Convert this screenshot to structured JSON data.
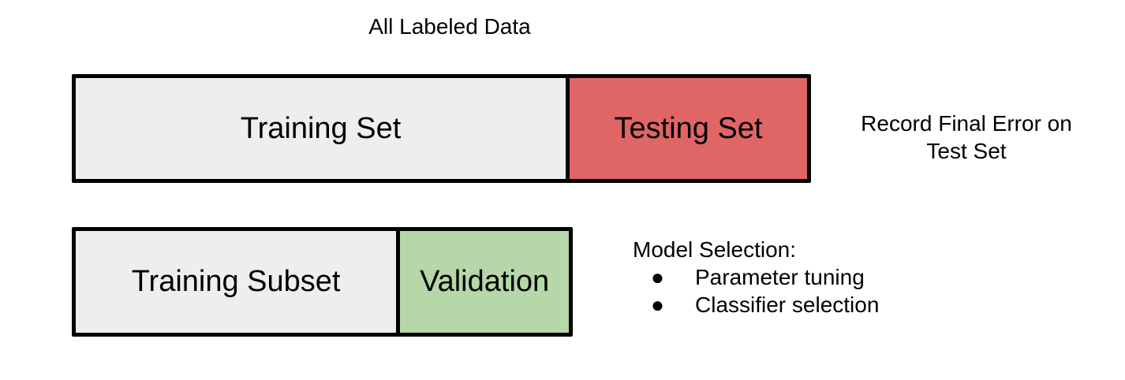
{
  "title": "All Labeled Data",
  "top_split": {
    "training": {
      "label": "Training Set",
      "fraction": 0.67
    },
    "testing": {
      "label": "Testing Set",
      "fraction": 0.33
    }
  },
  "bottom_split": {
    "subset": {
      "label": "Training Subset",
      "fraction": 0.65
    },
    "validation": {
      "label": "Validation",
      "fraction": 0.35
    }
  },
  "final_note": "Record Final Error on Test Set",
  "model_selection": {
    "heading": "Model Selection:",
    "items": [
      "Parameter tuning",
      "Classifier selection"
    ]
  },
  "colors": {
    "training": "#eeeeee",
    "testing": "#e06666",
    "validation": "#b6d7a8",
    "border": "#000000"
  }
}
